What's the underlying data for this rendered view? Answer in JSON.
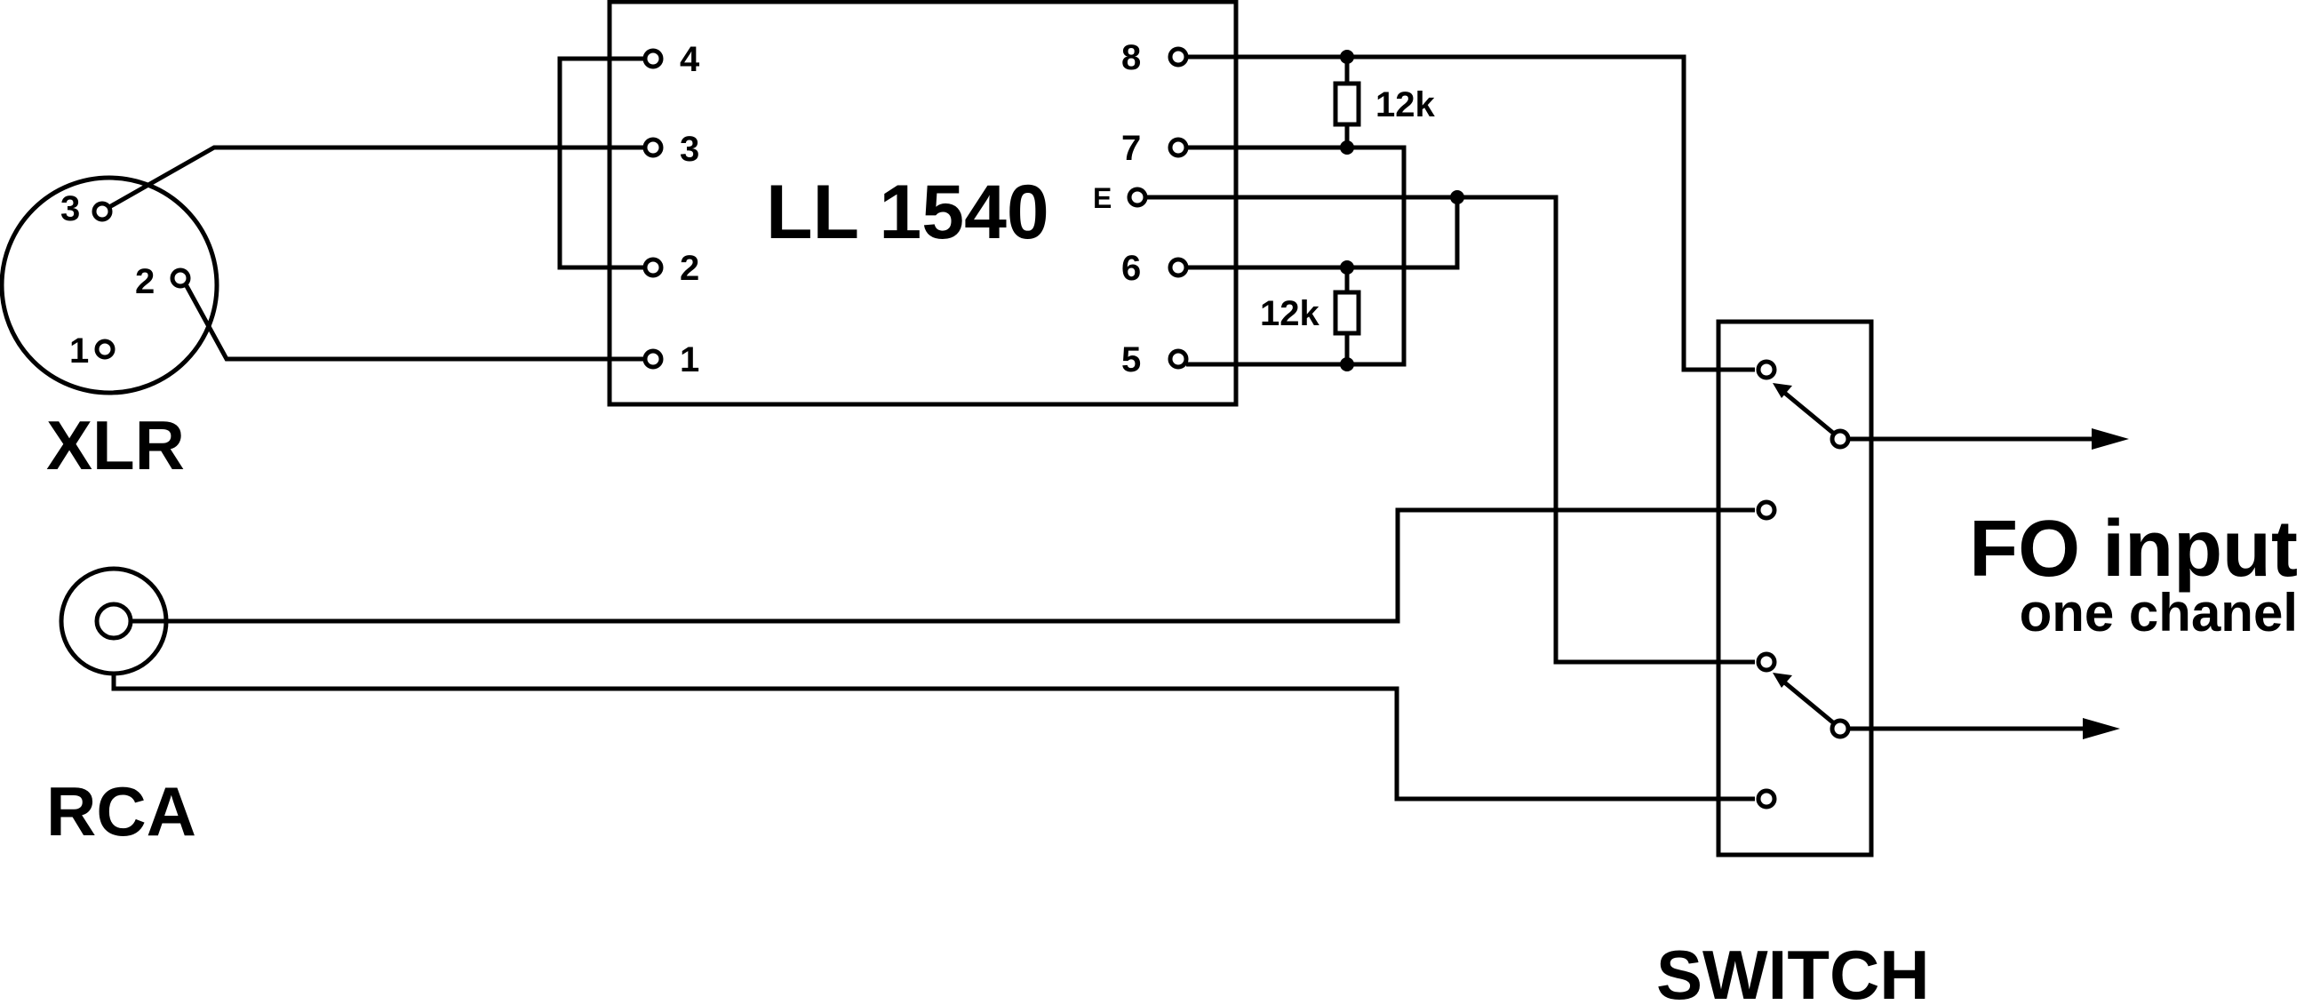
{
  "labels": {
    "xlr": "XLR",
    "rca": "RCA",
    "switch": "SWITCH",
    "chip": "LL 1540",
    "output_title": "FO input",
    "output_subtitle": "one chanel",
    "resistor_top": "12k",
    "resistor_bottom": "12k"
  },
  "xlr_pins": {
    "pin1": "1",
    "pin2": "2",
    "pin3": "3"
  },
  "chip_pins": {
    "p1": "1",
    "p2": "2",
    "p3": "3",
    "p4": "4",
    "p5": "5",
    "p6": "6",
    "p7": "7",
    "p8": "8",
    "pE": "E"
  }
}
